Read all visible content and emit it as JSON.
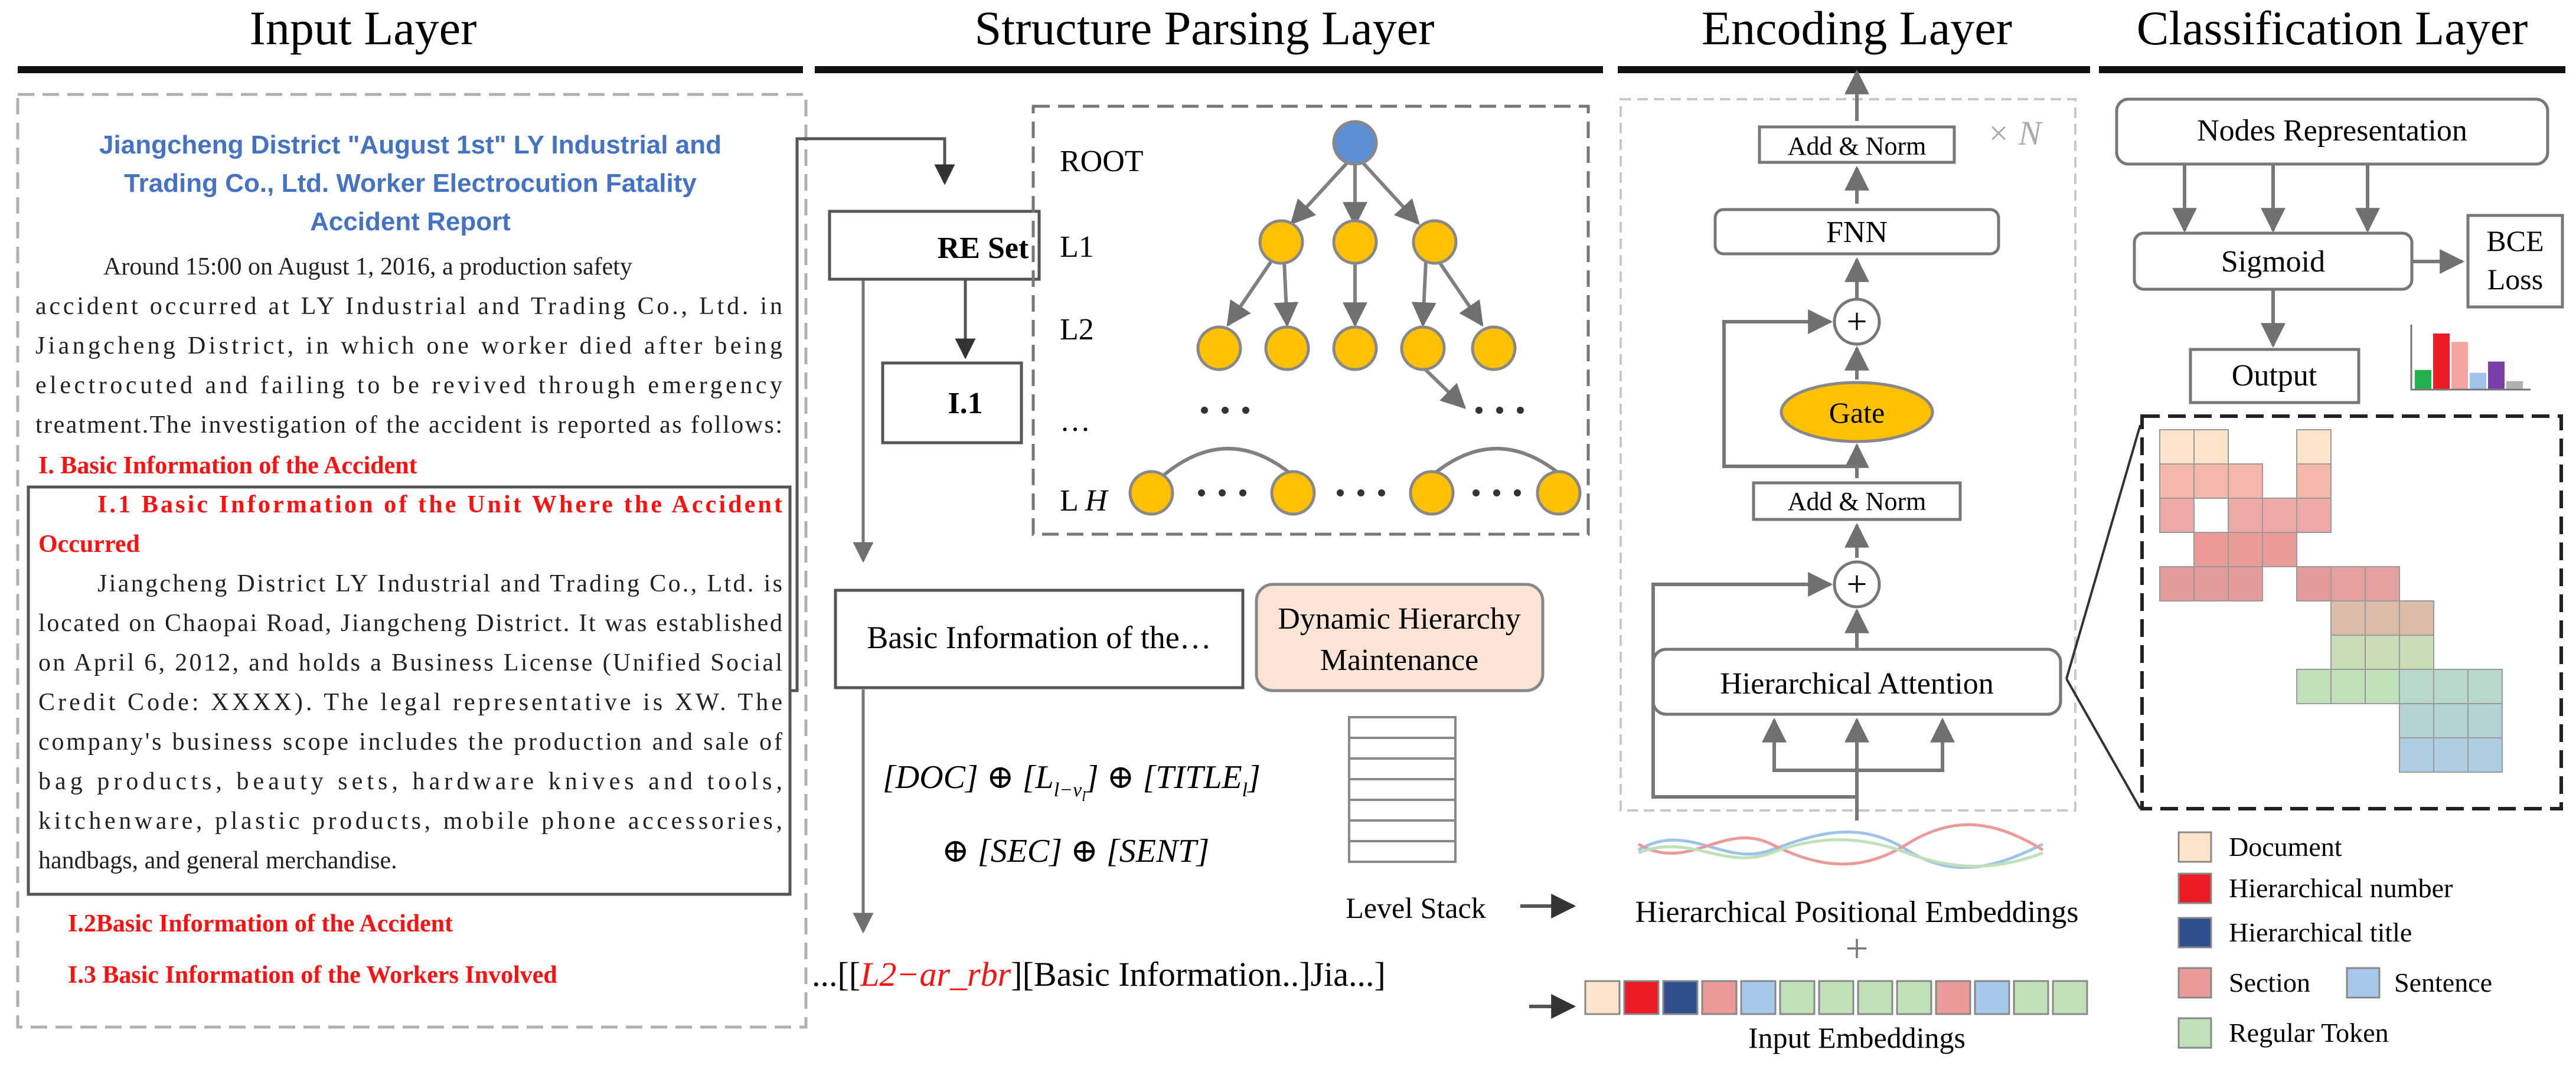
{
  "headers": {
    "input": "Input Layer",
    "structure": "Structure Parsing Layer",
    "encoding": "Encoding Layer",
    "classification": "Classification Layer"
  },
  "input_doc": {
    "title_lines": [
      "Jiangcheng District \"August 1st\" LY Industrial and",
      "Trading Co., Ltd. Worker Electrocution Fatality",
      "Accident Report"
    ],
    "intro_lines": [
      "Around 15:00 on August 1, 2016, a production safety",
      "accident occurred at LY Industrial and Trading Co., Ltd. in",
      "Jiangcheng District, in which one worker died after being",
      "electrocuted and failing to be revived through emergency",
      "treatment.The investigation of the accident is reported as follows:"
    ],
    "section1": "I. Basic Information of the Accident",
    "sub11_lines": [
      "I.1 Basic Information of the Unit Where the Accident",
      "Occurred"
    ],
    "sub11_body_lines": [
      "Jiangcheng District LY Industrial and Trading Co., Ltd. is",
      "located on Chaopai Road, Jiangcheng District. It was established",
      "on April 6, 2012, and holds a Business License (Unified Social",
      "Credit Code: XXXX). The legal representative is XW. The",
      "company's business scope includes the production and sale of",
      "bag products, beauty sets, hardware knives and tools,",
      "kitchenware, plastic products, mobile phone accessories,",
      "handbags, and general merchandise."
    ],
    "sub12": "I.2Basic Information of the Accident",
    "sub13": "I.3 Basic Information of the Workers Involved"
  },
  "structure": {
    "re_set": "RE Set",
    "i1": "I.1",
    "level_labels": [
      "ROOT",
      "L1",
      "L2",
      "…"
    ],
    "level_h_prefix": "L",
    "level_h_var": "H",
    "basic_info": "Basic Information of the…",
    "dyn_hier_lines": [
      "Dynamic Hierarchy",
      "Maintenance"
    ],
    "formula_line1": "[DOC] ⊕ [L_{l−v_l}] ⊕ [TITLE_l]",
    "formula_line2": "⊕ [SEC] ⊕ [SENT]",
    "level_stack": "Level Stack",
    "seq_prefix": "...[[",
    "seq_red": "L2−ar_rbr",
    "seq_suffix": "][Basic Information..]Jia...]"
  },
  "encoding": {
    "add_norm_top": "Add & Norm",
    "times_n": "× N",
    "fnn": "FNN",
    "plus": "+",
    "gate": "Gate",
    "add_norm_bottom": "Add & Norm",
    "hier_attention": "Hierarchical Attention",
    "hier_pos_emb": "Hierarchical Positional Embeddings",
    "plus_sign": "+",
    "input_emb": "Input Embeddings",
    "token_types": [
      "document",
      "hier_number",
      "hier_title",
      "section",
      "sentence",
      "regular",
      "regular",
      "regular",
      "regular",
      "section",
      "sentence",
      "regular",
      "regular"
    ]
  },
  "classification": {
    "nodes_repr": "Nodes Representation",
    "sigmoid": "Sigmoid",
    "bce_lines": [
      "BCE",
      "Loss"
    ],
    "output": "Output",
    "bar_values": [
      0.35,
      1.0,
      0.85,
      0.3,
      0.5,
      0.15
    ],
    "bar_colors": [
      "#22b14c",
      "#ed1c24",
      "#f5a3a3",
      "#9ec3e8",
      "#7b3fa8",
      "#b0b0b0"
    ]
  },
  "legend": [
    {
      "key": "document",
      "label": "Document",
      "color": "#fde3c8"
    },
    {
      "key": "hier_number",
      "label": "Hierarchical number",
      "color": "#ed1c24"
    },
    {
      "key": "hier_title",
      "label": "Hierarchical title",
      "color": "#2f4f8f"
    },
    {
      "key": "section",
      "label": "Section",
      "color": "#eb9a9a"
    },
    {
      "key": "sentence",
      "label": "Sentence",
      "color": "#a7c8ea"
    },
    {
      "key": "regular",
      "label": "Regular Token",
      "color": "#bfe0b8"
    }
  ],
  "colors": {
    "title_blue": "#4472c4",
    "red": "#ff1010",
    "node_yellow": "#ffc000",
    "root_blue": "#5b8fd1",
    "gate_yellow": "#ffc000",
    "dyn_fill": "#fbe4d5"
  }
}
